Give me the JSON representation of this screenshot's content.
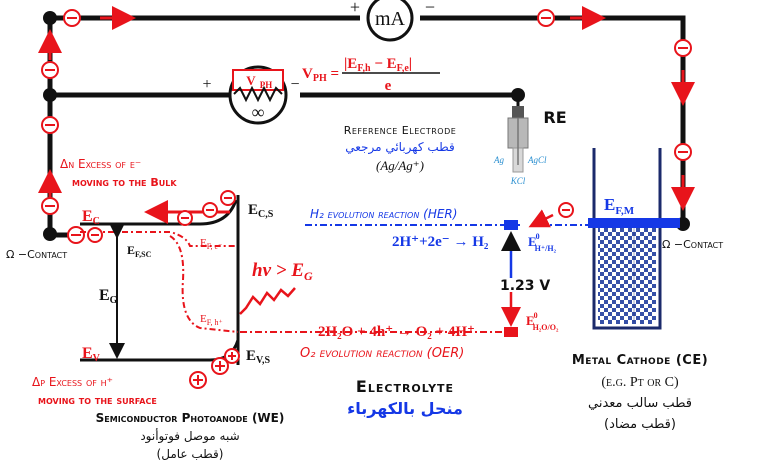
{
  "circuit": {
    "ammeter": "mA",
    "plus": "+",
    "minus": "−",
    "vph_label": "V",
    "vph_sub": "PH",
    "infinity": "∞",
    "vph_formula_lhs": "V",
    "vph_formula_sub": "PH",
    "vph_formula_num": "|E",
    "vph_formula_num_sub1": "F,h",
    "vph_formula_mid": " − E",
    "vph_formula_num_sub2": "F,e",
    "vph_formula_end": "|",
    "vph_formula_den": "e",
    "equals": " ="
  },
  "reference": {
    "label": "RE",
    "title": "Reference Electrode",
    "arabic": "قطب كهربائي مرجعي",
    "formula": "(Ag/Ag⁺)",
    "ag": "Ag",
    "agcl": "AgCl",
    "kcl": "KCl"
  },
  "semiconductor": {
    "electron_excess_1": "Δn Excess of e⁻",
    "electron_excess_2": "moving to the Bulk",
    "ec": "E",
    "ec_sub": "C",
    "ecs": "E",
    "ecs_sub": "C,S",
    "efsc": "E",
    "efsc_sub": "F,SC",
    "efe": "E",
    "efe_sub": "F, e⁻",
    "eg": "E",
    "eg_sub": "G",
    "efh": "E",
    "efh_sub": "F, h⁺",
    "ev": "E",
    "ev_sub": "V",
    "evs": "E",
    "evs_sub": "V,S",
    "hv": "hν > E",
    "hv_sub": "G",
    "hole_excess_1": "Δp Excess of h⁺",
    "hole_excess_2": "moving to the surface",
    "title": "Semiconductor Photoanode (WE)",
    "arabic_1": "شبه موصل فوتوأنود",
    "arabic_2": "(قطب عامل)",
    "contact": "Ω −Contact",
    "hole_sign": "⊕",
    "electron_sign": "⊖"
  },
  "electrolyte": {
    "her_title": "H₂ evolution reaction (HER)",
    "her_eq": "2H⁺+2e⁻ → H₂",
    "e0_her": "E",
    "e0_her_sub": "H⁺/H₂",
    "e0_sup": "0",
    "potential": "1.23 V",
    "oer_eq": "2H₂O + 4h⁺ → O₂ + 4H⁺",
    "e0_oer": "E",
    "e0_oer_sub": "H₂O/O₂",
    "oer_title": "O₂ evolution reaction (OER)",
    "label": "Electrolyte",
    "arabic": "منحل بالكهرباء"
  },
  "cathode": {
    "efm": "E",
    "efm_sub": "F,M",
    "contact": "Ω −Contact",
    "title": "Metal Cathode (CE)",
    "example": "(e.g. Pt or C)",
    "arabic_1": "قطب سالب معدني",
    "arabic_2": "(قطب مضاد)"
  },
  "colors": {
    "red": "#e8141b",
    "blue": "#1538e6",
    "black": "#111111",
    "navy": "#1b2a6b"
  }
}
